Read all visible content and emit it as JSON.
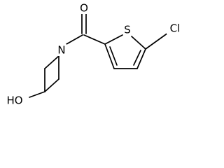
{
  "molecule": {
    "atoms": {
      "oxygen_carbonyl": "O",
      "nitrogen": "N",
      "sulfur": "S",
      "chlorine": "Cl",
      "hydroxyl": "HO"
    }
  }
}
